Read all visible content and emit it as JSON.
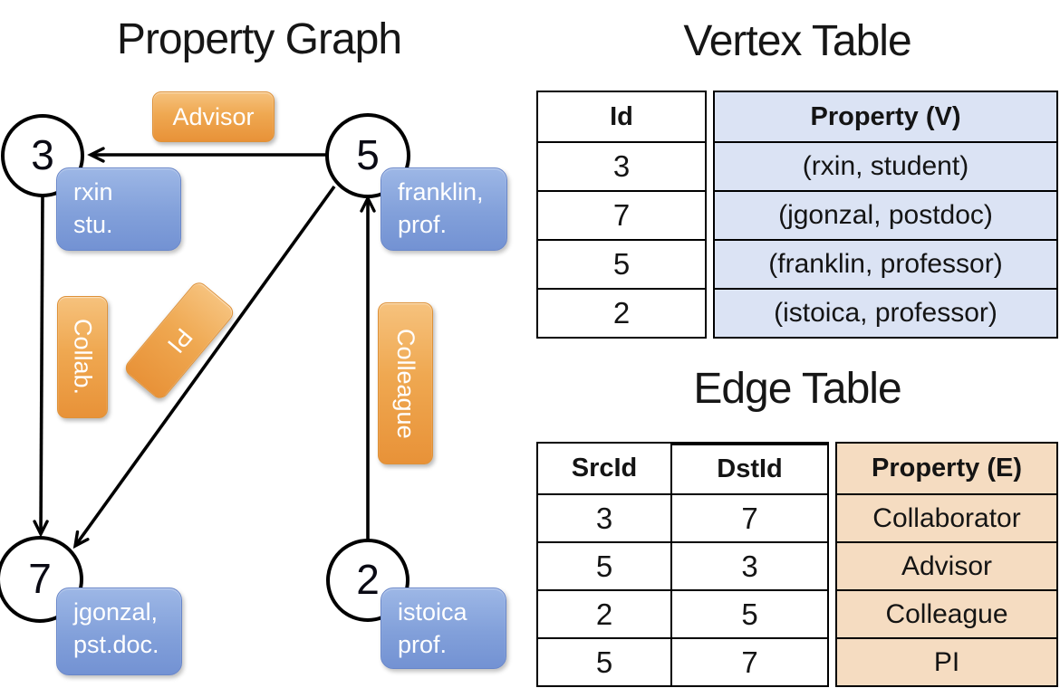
{
  "graph": {
    "title": "Property Graph",
    "vertices": [
      {
        "id": "3",
        "prop_line1": "rxin",
        "prop_line2": "stu."
      },
      {
        "id": "5",
        "prop_line1": "franklin,",
        "prop_line2": "prof."
      },
      {
        "id": "7",
        "prop_line1": "jgonzal,",
        "prop_line2": "pst.doc."
      },
      {
        "id": "2",
        "prop_line1": "istoica",
        "prop_line2": "prof."
      }
    ],
    "edges": [
      {
        "src": "5",
        "dst": "3",
        "label": "Advisor"
      },
      {
        "src": "3",
        "dst": "7",
        "label": "Collab."
      },
      {
        "src": "5",
        "dst": "7",
        "label": "PI"
      },
      {
        "src": "2",
        "dst": "5",
        "label": "Colleague"
      }
    ]
  },
  "vertex_table": {
    "title": "Vertex Table",
    "columns": {
      "id": "Id",
      "property": "Property (V)"
    },
    "rows": [
      {
        "id": "3",
        "property": "(rxin, student)"
      },
      {
        "id": "7",
        "property": "(jgonzal, postdoc)"
      },
      {
        "id": "5",
        "property": "(franklin, professor)"
      },
      {
        "id": "2",
        "property": "(istoica, professor)"
      }
    ]
  },
  "edge_table": {
    "title": "Edge Table",
    "columns": {
      "src": "SrcId",
      "dst": "DstId",
      "property": "Property (E)"
    },
    "rows": [
      {
        "src": "3",
        "dst": "7",
        "property": "Collaborator"
      },
      {
        "src": "5",
        "dst": "3",
        "property": "Advisor"
      },
      {
        "src": "2",
        "dst": "5",
        "property": "Colleague"
      },
      {
        "src": "5",
        "dst": "7",
        "property": "PI"
      }
    ]
  },
  "colors": {
    "edge_label_fill": "#efa851",
    "vertex_prop_fill": "#82a0da",
    "vertex_table_cell": "#dbe3f4",
    "edge_table_cell": "#f5dcc1",
    "line": "#000000"
  }
}
